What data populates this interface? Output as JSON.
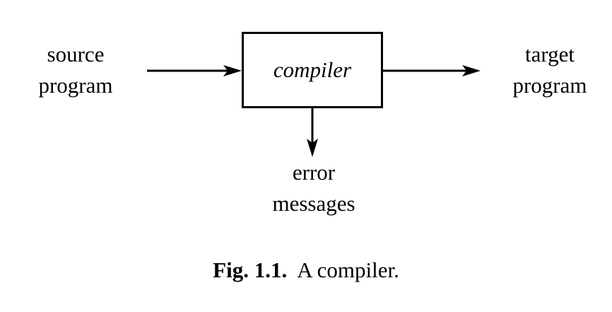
{
  "diagram": {
    "input_label": [
      "source",
      "program"
    ],
    "process_label": "compiler",
    "output_label": [
      "target",
      "program"
    ],
    "error_label": [
      "error",
      "messages"
    ]
  },
  "caption": {
    "number": "Fig. 1.1.",
    "text": "A compiler."
  }
}
